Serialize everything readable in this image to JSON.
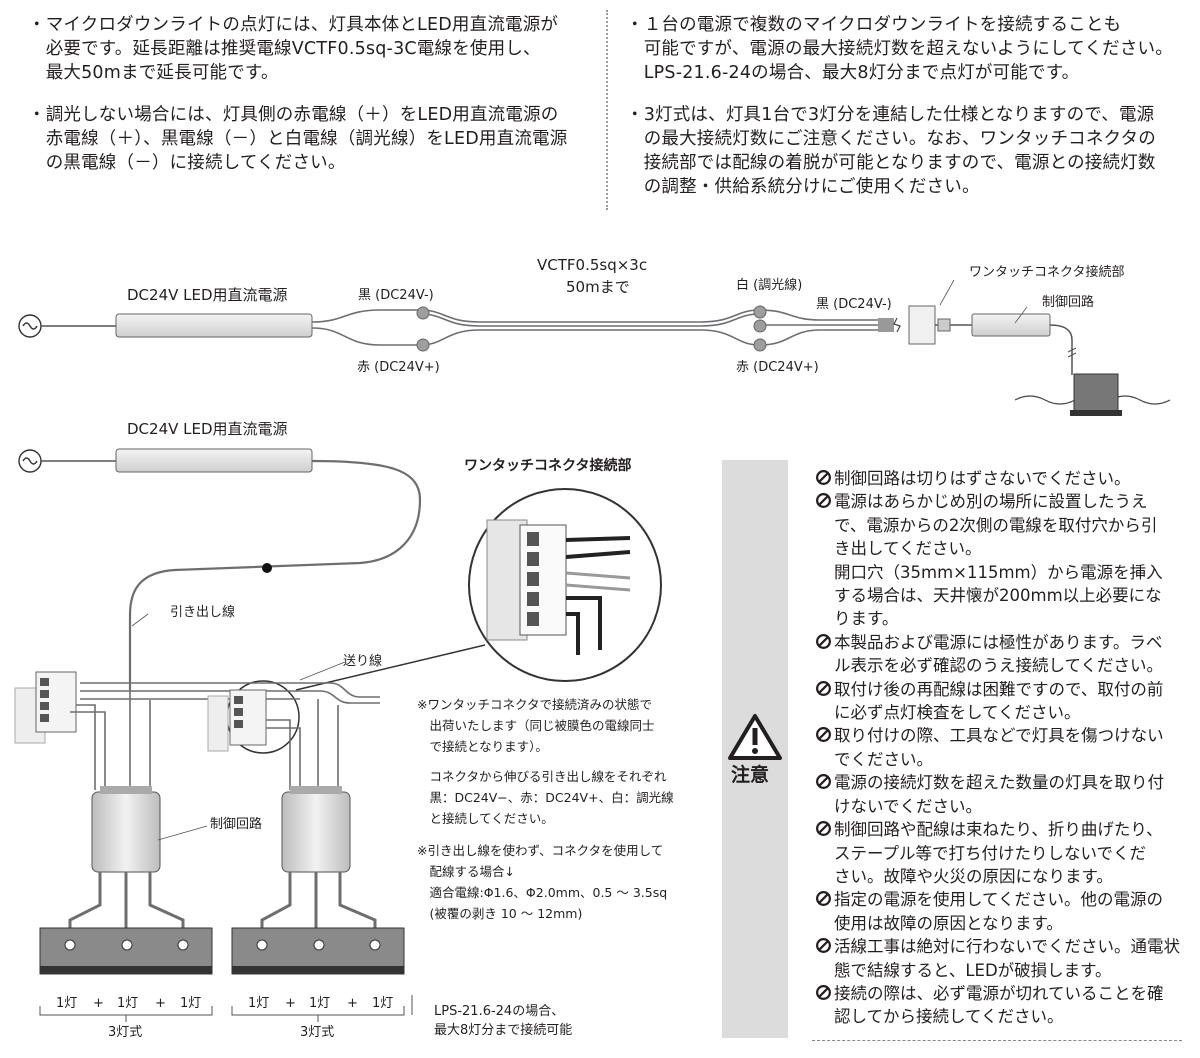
{
  "top_left_notes": [
    [
      "・マイクロダウンライトの点灯には、灯具本体とLED用直流電源が",
      "　必要です。延長距離は推奨電線VCTF0.5sq-3C電線を使用し、",
      "　最大50mまで延長可能です。"
    ],
    [
      "・調光しない場合には、灯具側の赤電線（＋）をLED用直流電源の",
      "　赤電線（＋）、黒電線（－）と白電線（調光線）をLED用直流電源",
      "　の黒電線（－）に接続してください。"
    ]
  ],
  "top_right_notes": [
    [
      "・１台の電源で複数のマイクロダウンライトを接続することも",
      "　可能ですが、電源の最大接続灯数を超えないようにしてください。",
      "　LPS-21.6-24の場合、最大8灯分まで点灯が可能です。"
    ],
    [
      "・3灯式は、灯具1台で3灯分を連結した仕様となりますので、電源",
      "　の最大接続灯数にご注意ください。なお、ワンタッチコネクタの",
      "　接続部では配線の着脱が可能となりますので、電源との接続灯数",
      "　の調整・供給系統分けにご使用ください。"
    ]
  ],
  "diagram1": {
    "psu_label": "DC24V LED用直流電源",
    "cable_label_1": "VCTF0.5sq×3c",
    "cable_label_2": "50mまで",
    "black_left": "黒 (DC24V-)",
    "red_left": "赤 (DC24V+)",
    "white_right": "白 (調光線)",
    "black_right": "黒 (DC24V-)",
    "red_right": "赤 (DC24V+)",
    "connector": "ワンタッチコネクタ接続部",
    "control": "制御回路"
  },
  "diagram2": {
    "psu_label": "DC24V LED用直流電源",
    "connector_title": "ワンタッチコネクタ接続部",
    "lead_wire": "引き出し線",
    "feed_wire": "送り線",
    "control": "制御回路",
    "lamp_labels": [
      "1灯",
      "+",
      "1灯",
      "+",
      "1灯"
    ],
    "type_label": "3灯式",
    "notes_1": [
      "※ワンタッチコネクタで接続済みの状態で",
      "　出荷いたします（同じ被膜色の電線同士",
      "　で接続となります）。"
    ],
    "notes_2": [
      "　コネクタから伸びる引き出し線をそれぞれ",
      "　黒：DC24V−、赤：DC24V+、白：調光線",
      "　と接続してください。"
    ],
    "notes_3": [
      "※引き出し線を使わず、コネクタを使用して",
      "　配線する場合↓",
      "　適合電線:Φ1.6、Φ2.0mm、0.5 ～ 3.5sq",
      "　(被覆の剥き 10 ～ 12mm)"
    ],
    "lps_note": [
      "LPS-21.6-24の場合、",
      "最大8灯分まで接続可能"
    ]
  },
  "caution": {
    "title": "注意",
    "items": [
      [
        "制御回路は切りはずさないでください。"
      ],
      [
        "電源はあらかじめ別の場所に設置したうえ",
        "で、電源からの2次側の電線を取付穴から引",
        "き出してください。",
        "開口穴（35mm×115mm）から電源を挿入",
        "する場合は、天井懐が200mm以上必要にな",
        "ります。"
      ],
      [
        "本製品および電源には極性があります。ラベ",
        "ル表示を必ず確認のうえ接続してください。"
      ],
      [
        "取付け後の再配線は困難ですので、取付の前",
        "に必ず点灯検査をしてください。"
      ],
      [
        "取り付けの際、工具などで灯具を傷つけない",
        "でください。"
      ],
      [
        "電源の接続灯数を超えた数量の灯具を取り付",
        "けないでください。"
      ],
      [
        "制御回路や配線は束ねたり、折り曲げたり、",
        "ステープル等で打ち付けたりしないでくだ",
        "さい。故障や火災の原因になります。"
      ],
      [
        "指定の電源を使用してください。他の電源の",
        "使用は故障の原因となります。"
      ],
      [
        "活線工事は絶対に行わないでください。通電状",
        "態で結線すると、LEDが破損します。"
      ],
      [
        "接続の際は、必ず電源が切れていることを確",
        "認してから接続してください。"
      ]
    ]
  },
  "colors": {
    "text": "#231f20",
    "wire": "#6d6e71",
    "caution_bar": "#dcdcdc"
  }
}
